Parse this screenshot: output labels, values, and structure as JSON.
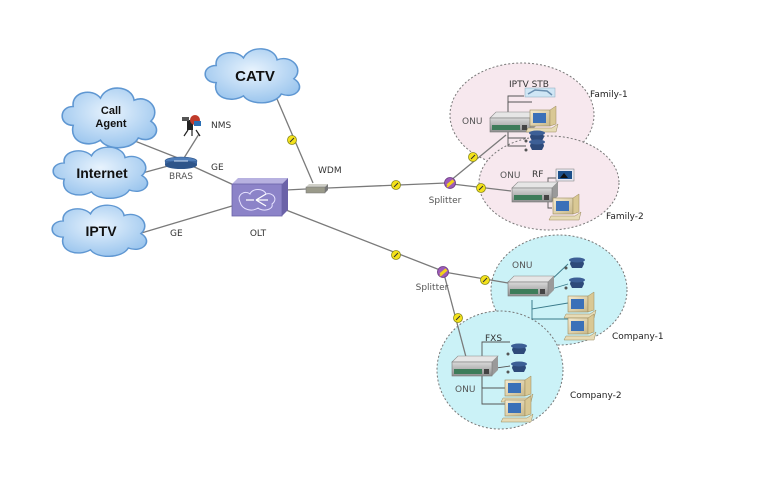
{
  "clouds": {
    "catv": "CATV",
    "call_agent_line1": "Call",
    "call_agent_line2": "Agent",
    "internet": "Internet",
    "iptv": "IPTV"
  },
  "devices": {
    "nms": "NMS",
    "bras": "BRAS",
    "olt": "OLT",
    "wdm": "WDM",
    "splitter_top": "Splitter",
    "splitter_bottom": "Splitter"
  },
  "links": {
    "bras_olt": "GE",
    "iptv_olt": "GE"
  },
  "zones": {
    "family1": {
      "name": "Family-1",
      "onu": "ONU",
      "stb": "IPTV  STB"
    },
    "family2": {
      "name": "Family-2",
      "onu": "ONU",
      "rf": "RF"
    },
    "company1": {
      "name": "Company-1",
      "onu": "ONU"
    },
    "company2": {
      "name": "Company-2",
      "onu": "ONU",
      "fxs": "FXS"
    }
  },
  "colors": {
    "cloud_fill": "#bcd9f5",
    "cloud_stroke": "#6fa3d8",
    "family_fill": "#f6e6ec",
    "company_fill": "#c9f1f6",
    "olt_fill": "#8a80c4",
    "connector": "#f2e41c",
    "line": "#7a7a7a"
  }
}
